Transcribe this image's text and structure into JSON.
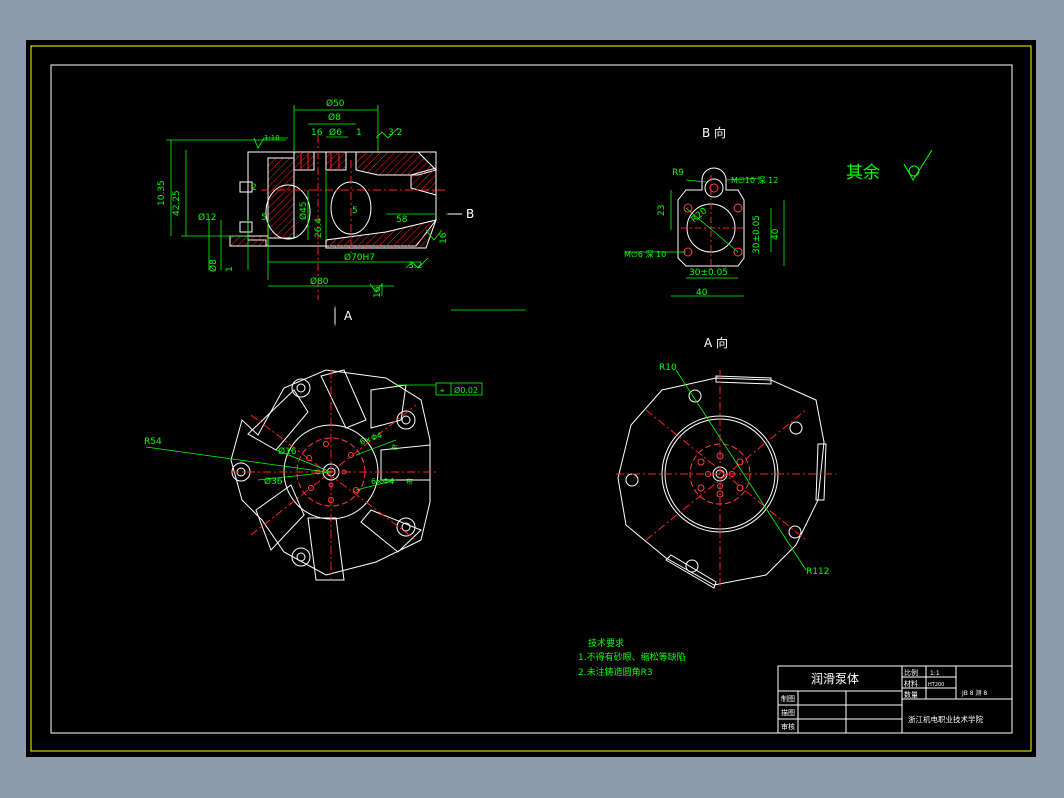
{
  "colors": {
    "line": "#ffffff",
    "dim": "#00ff00",
    "center": "#ff2020",
    "hole": "#ff4040",
    "hatch": "#ff2020",
    "bg": "#000000"
  },
  "section": {
    "dims": {
      "d50": "Ø50",
      "d8": "Ø8",
      "d6": "Ø6",
      "n16": "16",
      "n1": "1",
      "r32a": "3.2",
      "n1035": "10.35",
      "n4225": "42.25",
      "d12": "Ø12",
      "d8b": "Ø8",
      "n1b": "1",
      "n5": "5",
      "n2": "2",
      "d5": "5",
      "n264": "26.4",
      "d45": "Ø45",
      "n58": "58",
      "n16b": "16",
      "d70": "Ø70H7",
      "r32b": "3.2",
      "d80": "Ø80",
      "n16c": "16"
    },
    "slope": "1:10",
    "label_b": "B",
    "label_a": "A"
  },
  "view_b": {
    "title": "B 向",
    "dims": {
      "r9": "R9",
      "m10": "M∅10 深 12",
      "n23": "23",
      "r20": "R20",
      "m6": "M∅6 深 10",
      "d30x": "30±0.05",
      "d30y": "30±0.05",
      "n40x": "40",
      "n40y": "40"
    }
  },
  "roughness": {
    "label": "其余"
  },
  "top_view": {
    "r54": "R54",
    "d16": "Ø16",
    "d36": "Ø36",
    "holes1": "6×Φ4",
    "holes1b": "布",
    "holes2": "6×Φ4",
    "holes2b": "布",
    "tol_val": "Ø0.02"
  },
  "view_a": {
    "title": "A 向",
    "r10": "R10",
    "r112": "R112"
  },
  "notes": {
    "title": "技术要求",
    "items": [
      "1.不得有砂眼、缩松等缺陷",
      "2.未注铸造圆角R3"
    ]
  },
  "title_block": {
    "part_name": "润滑泵体",
    "scale_label": "比例",
    "scale": "1:1",
    "material_label": "材料",
    "material": "HT200",
    "qty_label": "数量",
    "sheet_no": "JB 8 测 8",
    "draw_label": "制图",
    "design_label": "描图",
    "check_label": "审核",
    "school": "浙江机电职业技术学院"
  }
}
